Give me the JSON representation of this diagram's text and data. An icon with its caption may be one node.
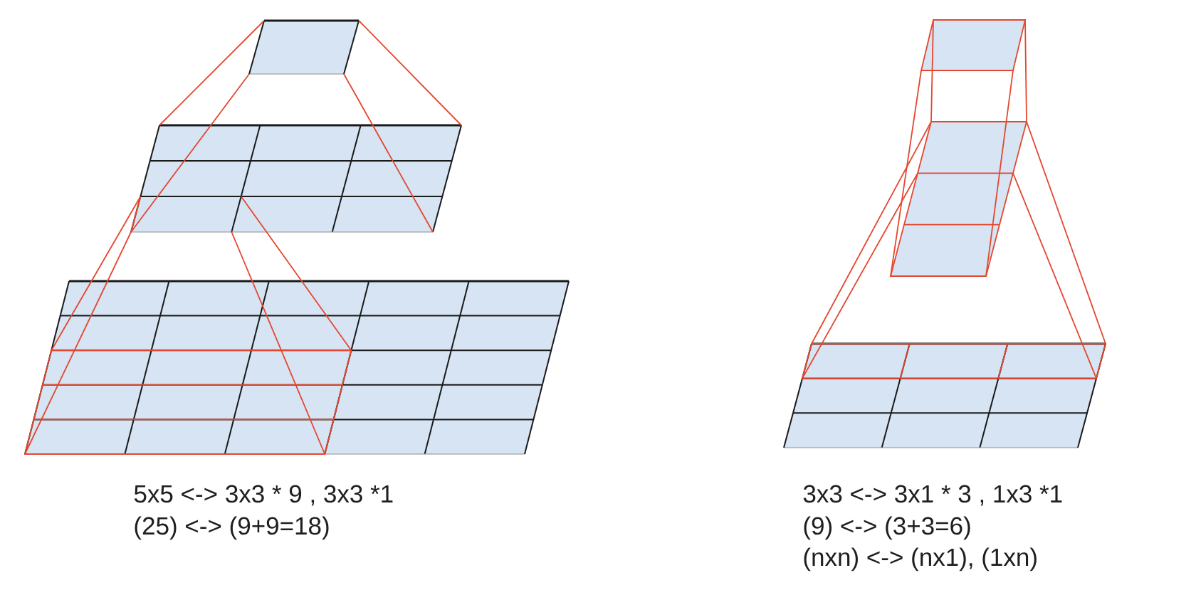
{
  "diagram": {
    "nodes": [
      {
        "text": [],
        "shape": "box"
      },
      {
        "text": [],
        "shape": "grid"
      },
      {
        "text": [],
        "shape": "grid"
      },
      {
        "text": [],
        "shape": "grid",
        "in": 2
      },
      {
        "text": [],
        "shape": "box"
      },
      {
        "text": [],
        "shape": "grid"
      },
      {
        "text": [],
        "shape": "grid"
      },
      {
        "text": [],
        "shape": "grid",
        "in": 6
      }
    ],
    "edges": [
      {
        "from": 0,
        "to": 1,
        "arrow": "none"
      },
      {
        "from": 0,
        "to": 1,
        "arrow": "none"
      },
      {
        "from": 0,
        "to": 1,
        "arrow": "none"
      },
      {
        "from": 0,
        "to": 1,
        "arrow": "none"
      },
      {
        "from": 1,
        "to": 3,
        "arrow": "none"
      },
      {
        "from": 1,
        "to": 3,
        "arrow": "none"
      },
      {
        "from": 1,
        "to": 3,
        "arrow": "none"
      },
      {
        "from": 1,
        "to": 3,
        "arrow": "none"
      },
      {
        "from": 4,
        "to": 5,
        "arrow": "none"
      },
      {
        "from": 4,
        "to": 5,
        "arrow": "none"
      },
      {
        "from": 4,
        "to": 5,
        "arrow": "none"
      },
      {
        "from": 4,
        "to": 5,
        "arrow": "none"
      },
      {
        "from": 5,
        "to": 7,
        "arrow": "none"
      },
      {
        "from": 5,
        "to": 7,
        "arrow": "none"
      },
      {
        "from": 5,
        "to": 7,
        "arrow": "none"
      },
      {
        "from": 5,
        "to": 7,
        "arrow": "none"
      }
    ],
    "labels": [
      "5x5 <-> 3x3 * 9 , 3x3 *1",
      "(25) <-> (9+9=18)",
      "3x3 <-> 3x1 * 3 , 1x3 *1",
      "(9) <-> (3+3=6)",
      "(nxn) <-> (nx1), (1xn)"
    ]
  }
}
